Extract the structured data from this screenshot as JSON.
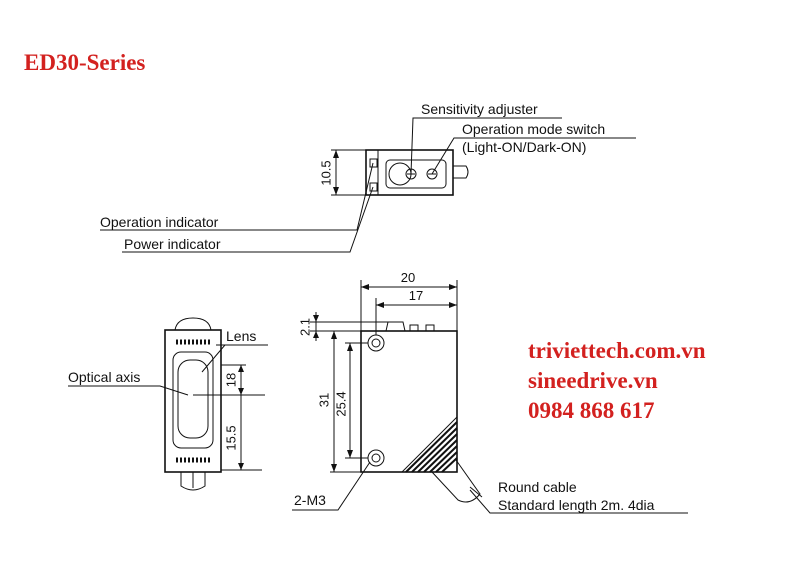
{
  "title": "ED30-Series",
  "contacts": [
    "triviettech.com.vn",
    "sineedrive.vn",
    "0984 868 617"
  ],
  "callouts": {
    "sensitivity_adjuster": "Sensitivity adjuster",
    "operation_mode_switch": "Operation mode switch",
    "mode_options": "(Light-ON/Dark-ON)",
    "operation_indicator": "Operation indicator",
    "power_indicator": "Power indicator",
    "lens": "Lens",
    "optical_axis": "Optical axis",
    "mount_holes": "2-M3",
    "round_cable": "Round cable",
    "cable_spec": "Standard length 2m. 4dia"
  },
  "dimensions": {
    "top_height": "10.5",
    "width_overall": "20",
    "width_inner": "17",
    "top_offset": "2.1",
    "height_overall": "31",
    "hole_pitch": "25.4",
    "optical_axis_upper": "18",
    "optical_axis_lower": "15.5"
  }
}
